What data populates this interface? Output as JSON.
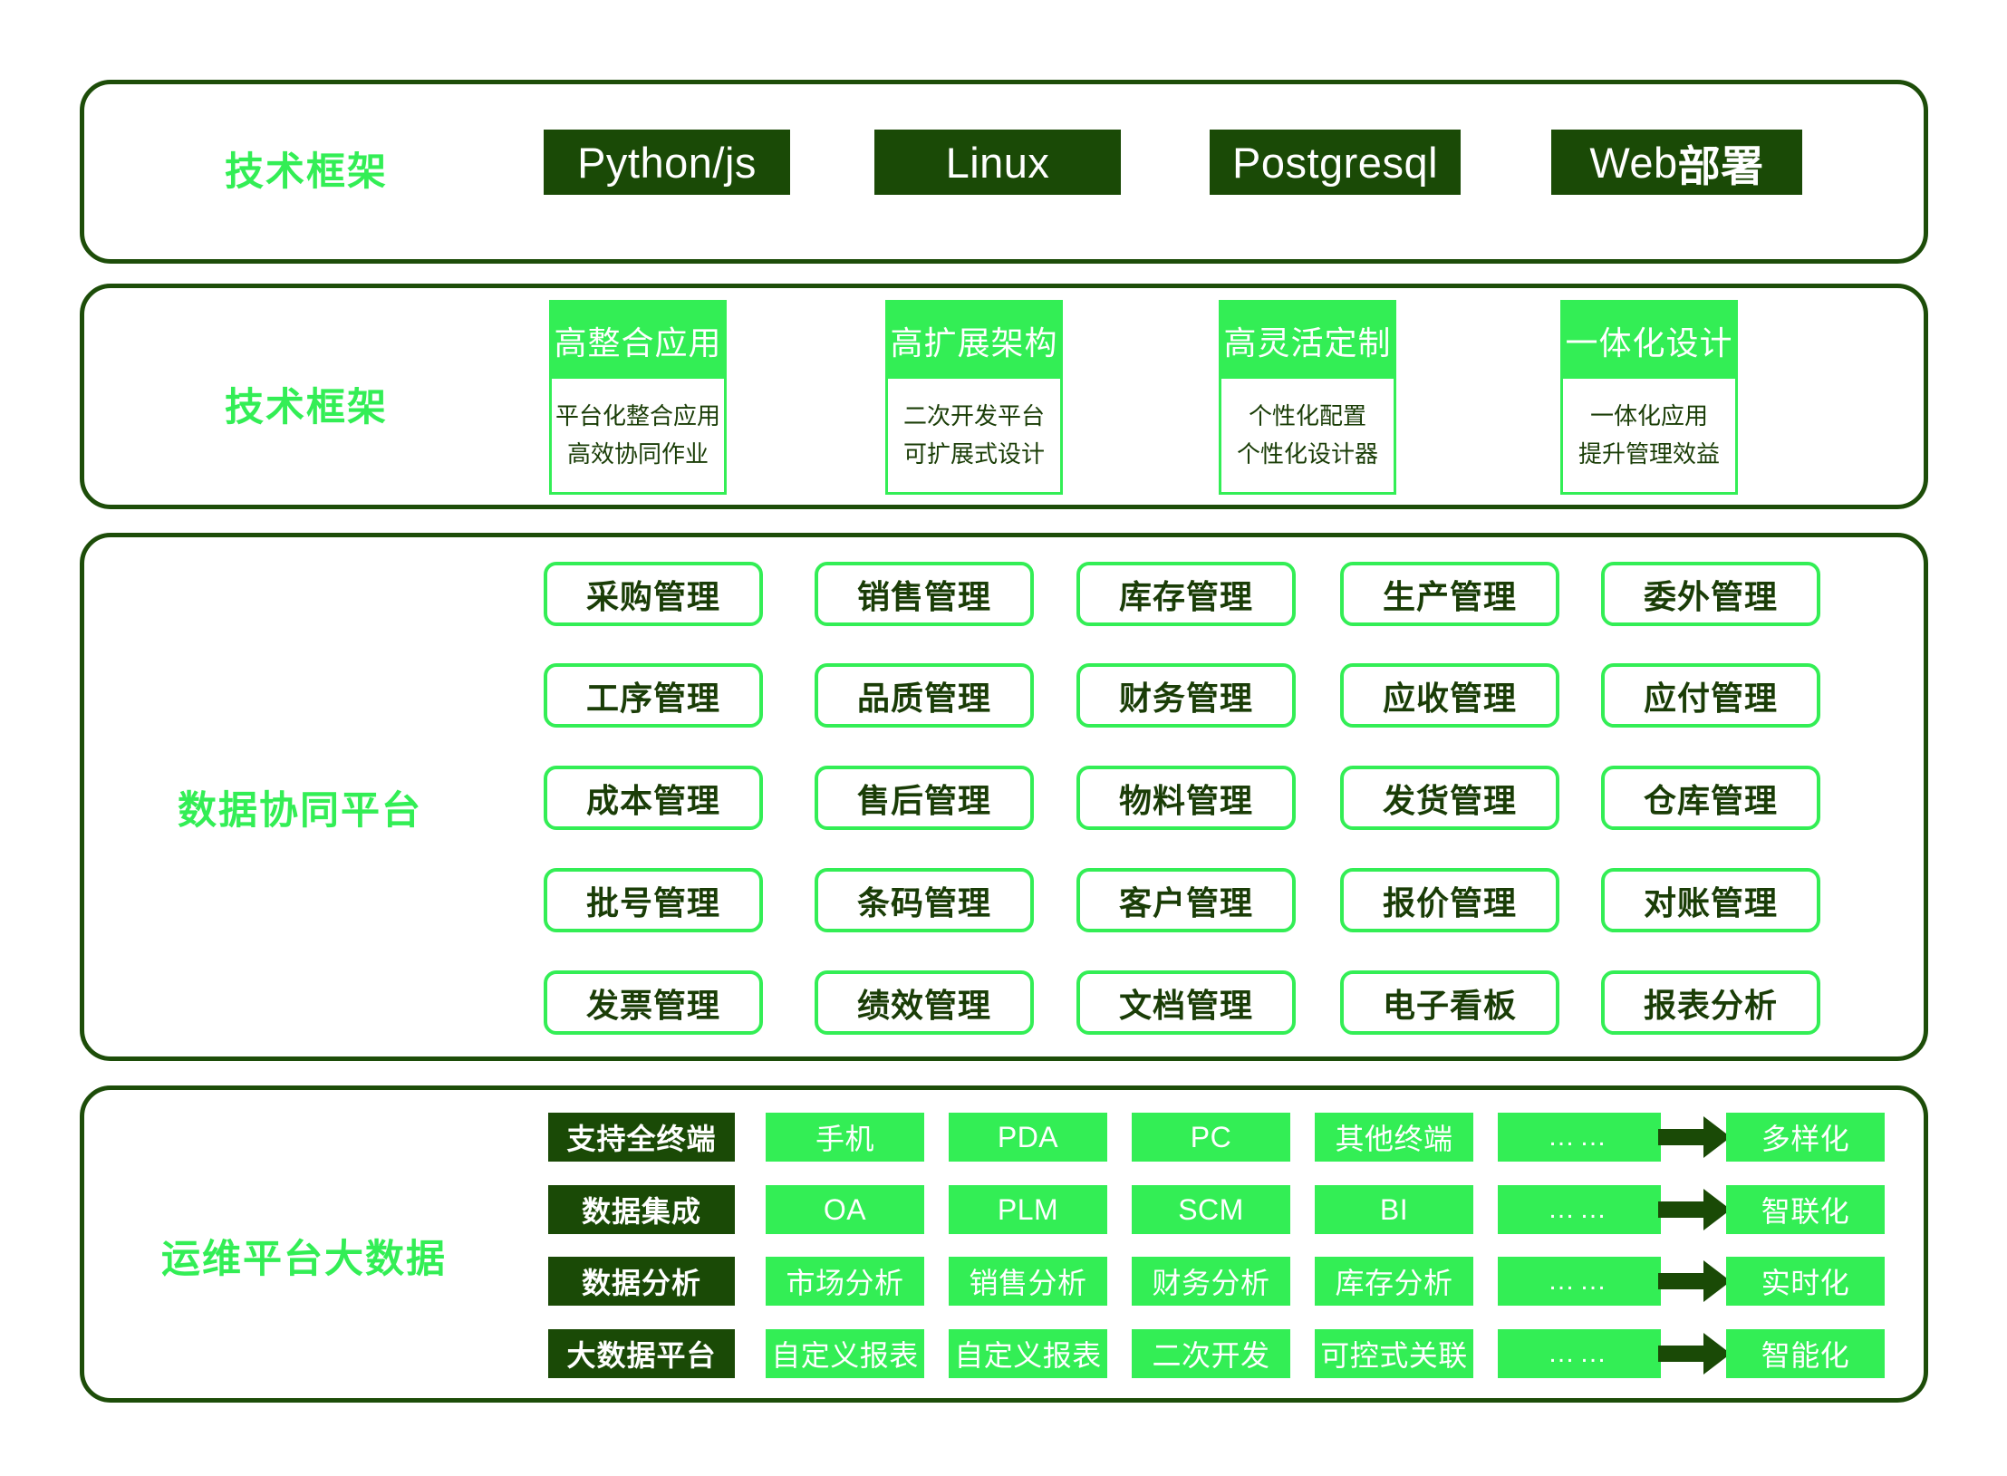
{
  "colors": {
    "dark_green": "#1a4a06",
    "bright_green": "#33ee55",
    "panel_border": "#1d4d09",
    "text_dark": "#1a3d07",
    "white": "#ffffff"
  },
  "sections": {
    "tech_stack": {
      "label": "技术框架",
      "chips": [
        {
          "text": "Python/js"
        },
        {
          "text": "Linux"
        },
        {
          "text": "Postgresql"
        },
        {
          "text_latin": "Web",
          "text_cjk": "部署"
        }
      ]
    },
    "tech_framework": {
      "label": "技术框架",
      "cards": [
        {
          "title": "高整合应用",
          "line1": "平台化整合应用",
          "line2": "高效协同作业"
        },
        {
          "title": "高扩展架构",
          "line1": "二次开发平台",
          "line2": "可扩展式设计"
        },
        {
          "title": "高灵活定制",
          "line1": "个性化配置",
          "line2": "个性化设计器"
        },
        {
          "title": "一体化设计",
          "line1": "一体化应用",
          "line2": "提升管理效益"
        }
      ]
    },
    "data_platform": {
      "label": "数据协同平台",
      "modules": [
        [
          "采购管理",
          "销售管理",
          "库存管理",
          "生产管理",
          "委外管理"
        ],
        [
          "工序管理",
          "品质管理",
          "财务管理",
          "应收管理",
          "应付管理"
        ],
        [
          "成本管理",
          "售后管理",
          "物料管理",
          "发货管理",
          "仓库管理"
        ],
        [
          "批号管理",
          "条码管理",
          "客户管理",
          "报价管理",
          "对账管理"
        ],
        [
          "发票管理",
          "绩效管理",
          "文档管理",
          "电子看板",
          "报表分析"
        ]
      ]
    },
    "bigdata": {
      "label": "运维平台大数据",
      "dots_text": "……",
      "arrow_icon": "arrow-right-icon",
      "rows": [
        {
          "row_label": "支持全终端",
          "cells": [
            "手机",
            "PDA",
            "PC",
            "其他终端"
          ],
          "result": "多样化"
        },
        {
          "row_label": "数据集成",
          "cells": [
            "OA",
            "PLM",
            "SCM",
            "BI"
          ],
          "result": "智联化"
        },
        {
          "row_label": "数据分析",
          "cells": [
            "市场分析",
            "销售分析",
            "财务分析",
            "库存分析"
          ],
          "result": "实时化"
        },
        {
          "row_label": "大数据平台",
          "cells": [
            "自定义报表",
            "自定义报表",
            "二次开发",
            "可控式关联"
          ],
          "result": "智能化"
        }
      ]
    }
  }
}
